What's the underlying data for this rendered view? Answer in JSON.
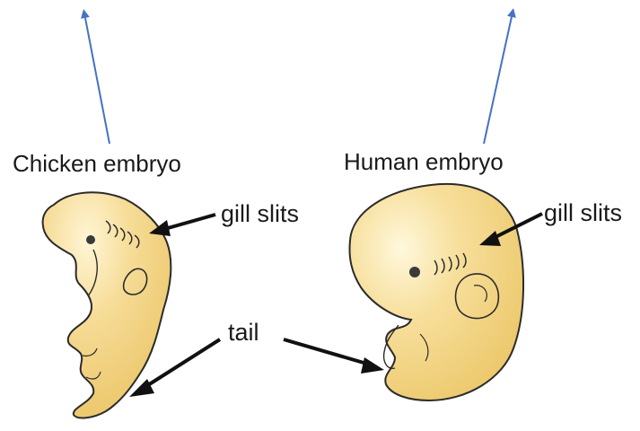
{
  "labels": {
    "chicken_title": "Chicken embryo",
    "human_title": "Human embryo",
    "gill_slits_left": "gill slits",
    "gill_slits_right": "gill slits",
    "tail": "tail"
  },
  "colors": {
    "embryo_fill": "#f3d58a",
    "embryo_highlight": "#fff6d6",
    "outline": "#2b2b2b",
    "up_arrow": "#4472c4",
    "pointer_arrow": "#111111",
    "text": "#1a1a1a"
  }
}
